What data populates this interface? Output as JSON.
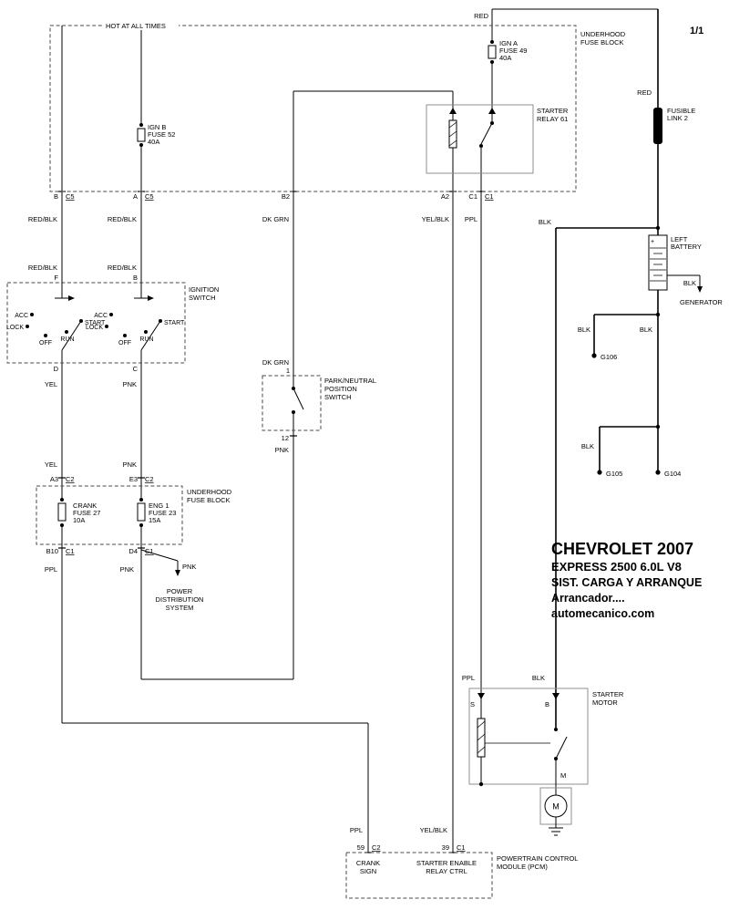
{
  "page": {
    "sheet": "1/1"
  },
  "top": {
    "hot": "HOT AT ALL TIMES",
    "red": "RED"
  },
  "ufb": {
    "name": [
      "UNDERHOOD",
      "FUSE BLOCK"
    ],
    "ign_a": [
      "IGN A",
      "FUSE 49",
      "40A"
    ],
    "ign_b": [
      "IGN B",
      "FUSE 52",
      "40A"
    ],
    "pin_b": "B",
    "conn_b": "C5",
    "pin_a": "A",
    "conn_a": "C5",
    "pin_b2": "B2",
    "pin_a2": "A2",
    "pin_c1": "C1",
    "conn_c1": "C1"
  },
  "relay": {
    "name": [
      "STARTER",
      "RELAY 61"
    ]
  },
  "right": {
    "red": "RED",
    "fusible_link": [
      "FUSIBLE",
      "LINK 2"
    ],
    "battery_plus": "+",
    "battery": [
      "LEFT",
      "BATTERY"
    ],
    "gen_wire": "BLK",
    "generator": "GENERATOR",
    "blk_g106": "BLK",
    "blk_batt": "BLK",
    "g106": "G106",
    "blk_g105": "BLK",
    "g105": "G105",
    "g104": "G104",
    "blk_feed_top": "BLK",
    "blk_feed_bot": "BLK"
  },
  "wires": {
    "redblk_f1": "RED/BLK",
    "redblk_b1": "RED/BLK",
    "redblk_f2": "RED/BLK",
    "redblk_b2": "RED/BLK",
    "dkgrn1": "DK GRN",
    "dkgrn2": "DK GRN",
    "yelblk1": "YEL/BLK",
    "yelblk2": "YEL/BLK",
    "ppl1": "PPL",
    "ppl2": "PPL",
    "ppl3": "PPL",
    "ppl4": "PPL",
    "yel1": "YEL",
    "yel2": "YEL",
    "pnk1": "PNK",
    "pnk2": "PNK",
    "pnk3": "PNK",
    "pnk4": "PNK",
    "pnk5": "PNK"
  },
  "ign_sw": {
    "name": [
      "IGNITION",
      "SWITCH"
    ],
    "pin_f": "F",
    "pin_b": "B",
    "pin_d": "D",
    "pin_c": "C",
    "positions": [
      "ACC",
      "LOCK",
      "OFF",
      "RUN",
      "START"
    ]
  },
  "pn_sw": {
    "name": [
      "PARK/NEUTRAL",
      "POSITION",
      "SWITCH"
    ],
    "pin_in": "1",
    "pin_out": "12"
  },
  "ufb2": {
    "name": [
      "UNDERHOOD",
      "FUSE BLOCK"
    ],
    "crank_fuse": [
      "CRANK",
      "FUSE 27",
      "10A"
    ],
    "eng_fuse": [
      "ENG 1",
      "FUSE 23",
      "15A"
    ],
    "pin_a3": "A3",
    "conn_a3": "C2",
    "pin_e3": "E3",
    "conn_e3": "C2",
    "pin_b10": "B10",
    "conn_b10": "C1",
    "pin_d4": "D4",
    "conn_d4": "C1"
  },
  "pds": {
    "name": [
      "POWER",
      "DISTRIBUTION",
      "SYSTEM"
    ]
  },
  "starter": {
    "name": [
      "STARTER",
      "MOTOR"
    ],
    "pin_s": "S",
    "pin_b": "B",
    "pin_m": "M",
    "motor": "M"
  },
  "pcm": {
    "name": [
      "POWERTRAIN CONTROL",
      "MODULE (PCM)"
    ],
    "pin_59": "59",
    "conn_59": "C2",
    "pin_39": "39",
    "conn_39": "C1",
    "crank_sign": [
      "CRANK",
      "SIGN"
    ],
    "starter_enable": [
      "STARTER ENABLE",
      "RELAY CTRL"
    ]
  },
  "title": {
    "l1": "CHEVROLET 2007",
    "l2": "EXPRESS 2500 6.0L V8",
    "l3": "SIST. CARGA Y ARRANQUE",
    "l4": "Arrancador....",
    "l5": "automecanico.com"
  }
}
